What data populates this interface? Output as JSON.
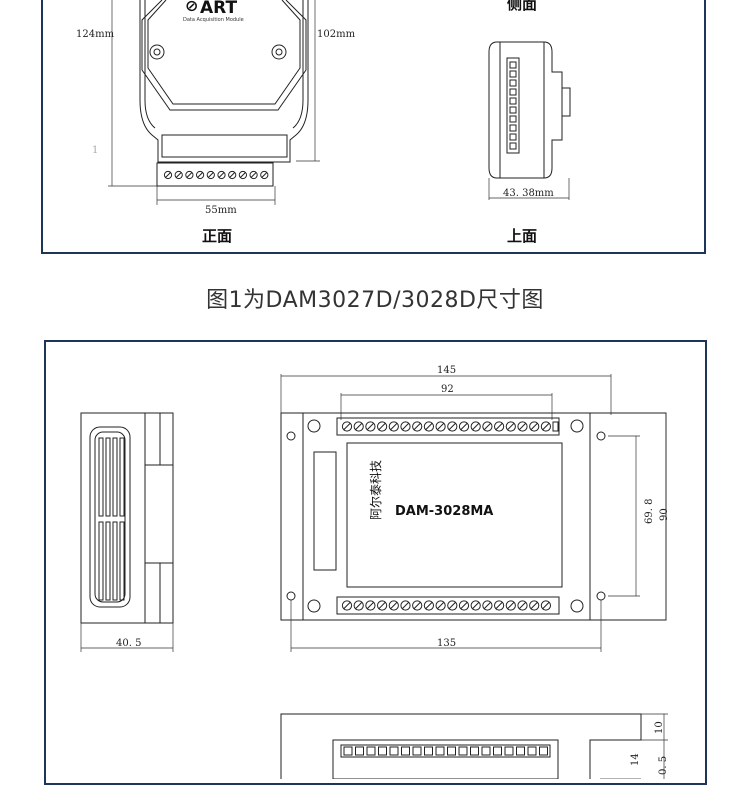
{
  "figure1": {
    "labels": {
      "front": "正面",
      "side": "侧面",
      "top": "上面"
    },
    "dims": {
      "height_outer": "124mm",
      "height_inner": "102mm",
      "width": "55mm",
      "side_depth": "43. 38mm",
      "left_mark": "1"
    },
    "logo": {
      "brand": "ART",
      "subtitle": "Data Acquisition Module"
    }
  },
  "caption": "图1为DAM3027D/3028D尺寸图",
  "figure2": {
    "module_name": "DAM-3028MA",
    "vertical_brand": "阿尔泰科技",
    "dims": {
      "total_width": "145",
      "terminal_span": "92",
      "mount_width": "135",
      "height_total": "90",
      "mount_height": "69. 8",
      "side_depth": "40. 5",
      "top_h1": "10",
      "top_h2": "14",
      "top_h3": "0. 5"
    }
  }
}
